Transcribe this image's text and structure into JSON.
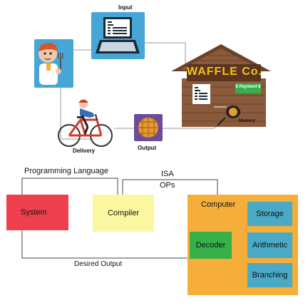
{
  "top": {
    "input_label": "Input",
    "delivery_label": "Delivery",
    "output_label": "Output",
    "shop_sign": "WAFFLE Co.",
    "payment_label": "$ Payment $",
    "memory_label": "Memory"
  },
  "bottom": {
    "programming_language_label": "Programming Language",
    "isa_label": "ISA",
    "ops_label": "OPs",
    "desired_output_label": "Desired Output",
    "system_label": "System",
    "compiler_label": "Compiler",
    "computer_label": "Computer",
    "decoder_label": "Decoder",
    "storage_label": "Storage",
    "arithmetic_label": "Arithmetic",
    "branching_label": "Branching"
  },
  "colors": {
    "system": "#ee3f4f",
    "compiler": "#fbf7a0",
    "computer": "#f6ae3b",
    "decoder": "#38b04a",
    "units": "#4aa9c4",
    "shop_wall": "#8a5a3c",
    "shop_roof": "#6b4226",
    "sign_bg": "#5a3520",
    "sign_text": "#f3c21a",
    "laptop_bg": "#46a6d6",
    "output_bg": "#6d4b9a",
    "waffle": "#e39a32"
  }
}
